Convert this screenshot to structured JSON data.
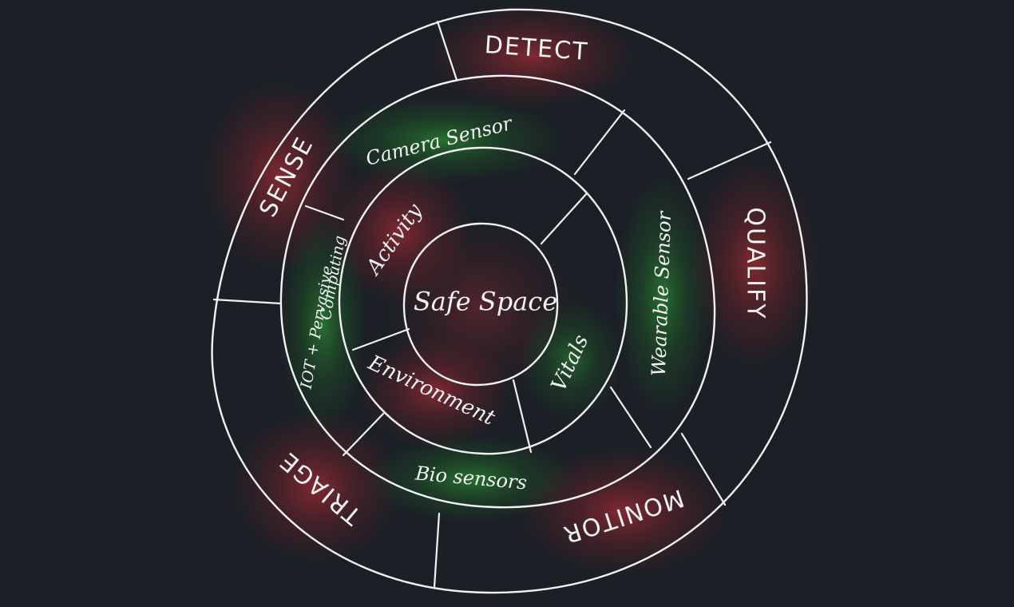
{
  "colors": {
    "background": "#1b2026",
    "line": "#f2f2f2",
    "text": "#f4f4f4",
    "stage_glow": "#a32c34",
    "inner_glow": "#2c8a34"
  },
  "core": {
    "label": "Safe Space"
  },
  "domains": {
    "activity": "Activity",
    "vitals": "Vitals",
    "environment": "Environment"
  },
  "sensors": {
    "camera": "Camera Sensor",
    "wearable": "Wearable Sensor",
    "bio": "Bio sensors",
    "iot_line1": "IOT + Pervasive",
    "iot_line2": "Computing"
  },
  "stages": {
    "detect": "DETECT",
    "qualify": "QUALIFY",
    "monitor": "MONITOR",
    "triage": "TRIAGE",
    "sense": "SENSE"
  }
}
